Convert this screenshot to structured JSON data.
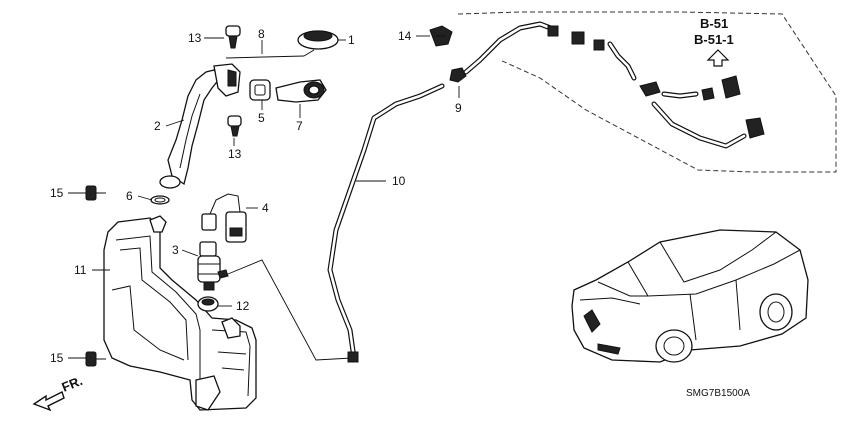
{
  "diagram": {
    "callouts": {
      "p1": "1",
      "p2": "2",
      "p3": "3",
      "p4": "4",
      "p5": "5",
      "p6": "6",
      "p7": "7",
      "p8": "8",
      "p9": "9",
      "p10": "10",
      "p11": "11",
      "p12": "12",
      "p13a": "13",
      "p13b": "13",
      "p14": "14",
      "p15a": "15",
      "p15b": "15"
    },
    "references": [
      "B-51",
      "B-51-1"
    ],
    "front_marker": "FR.",
    "diagram_code": "SMG7B1500A"
  }
}
